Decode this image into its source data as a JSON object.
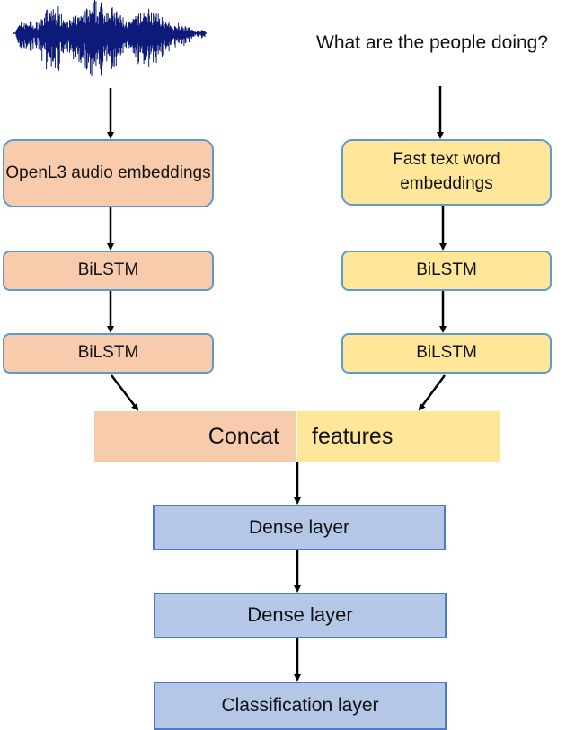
{
  "audio_input": {
    "icon": "audio-waveform-icon",
    "color": "#0d1a7a"
  },
  "text_input": {
    "question": "What are the people doing?"
  },
  "audio_branch": {
    "embedding": "OpenL3 audio embeddings",
    "lstm1": "BiLSTM",
    "lstm2": "BiLSTM"
  },
  "text_branch": {
    "embedding": "Fast text word embeddings",
    "lstm1": "BiLSTM",
    "lstm2": "BiLSTM"
  },
  "concat": {
    "left": "Concat",
    "right": "features"
  },
  "head": {
    "dense1": "Dense layer",
    "dense2": "Dense layer",
    "classifier": "Classification layer"
  },
  "colors": {
    "audio": "#f8cbad",
    "text": "#ffe699",
    "dense": "#b4c7e7",
    "border": "#5b9bd5"
  }
}
